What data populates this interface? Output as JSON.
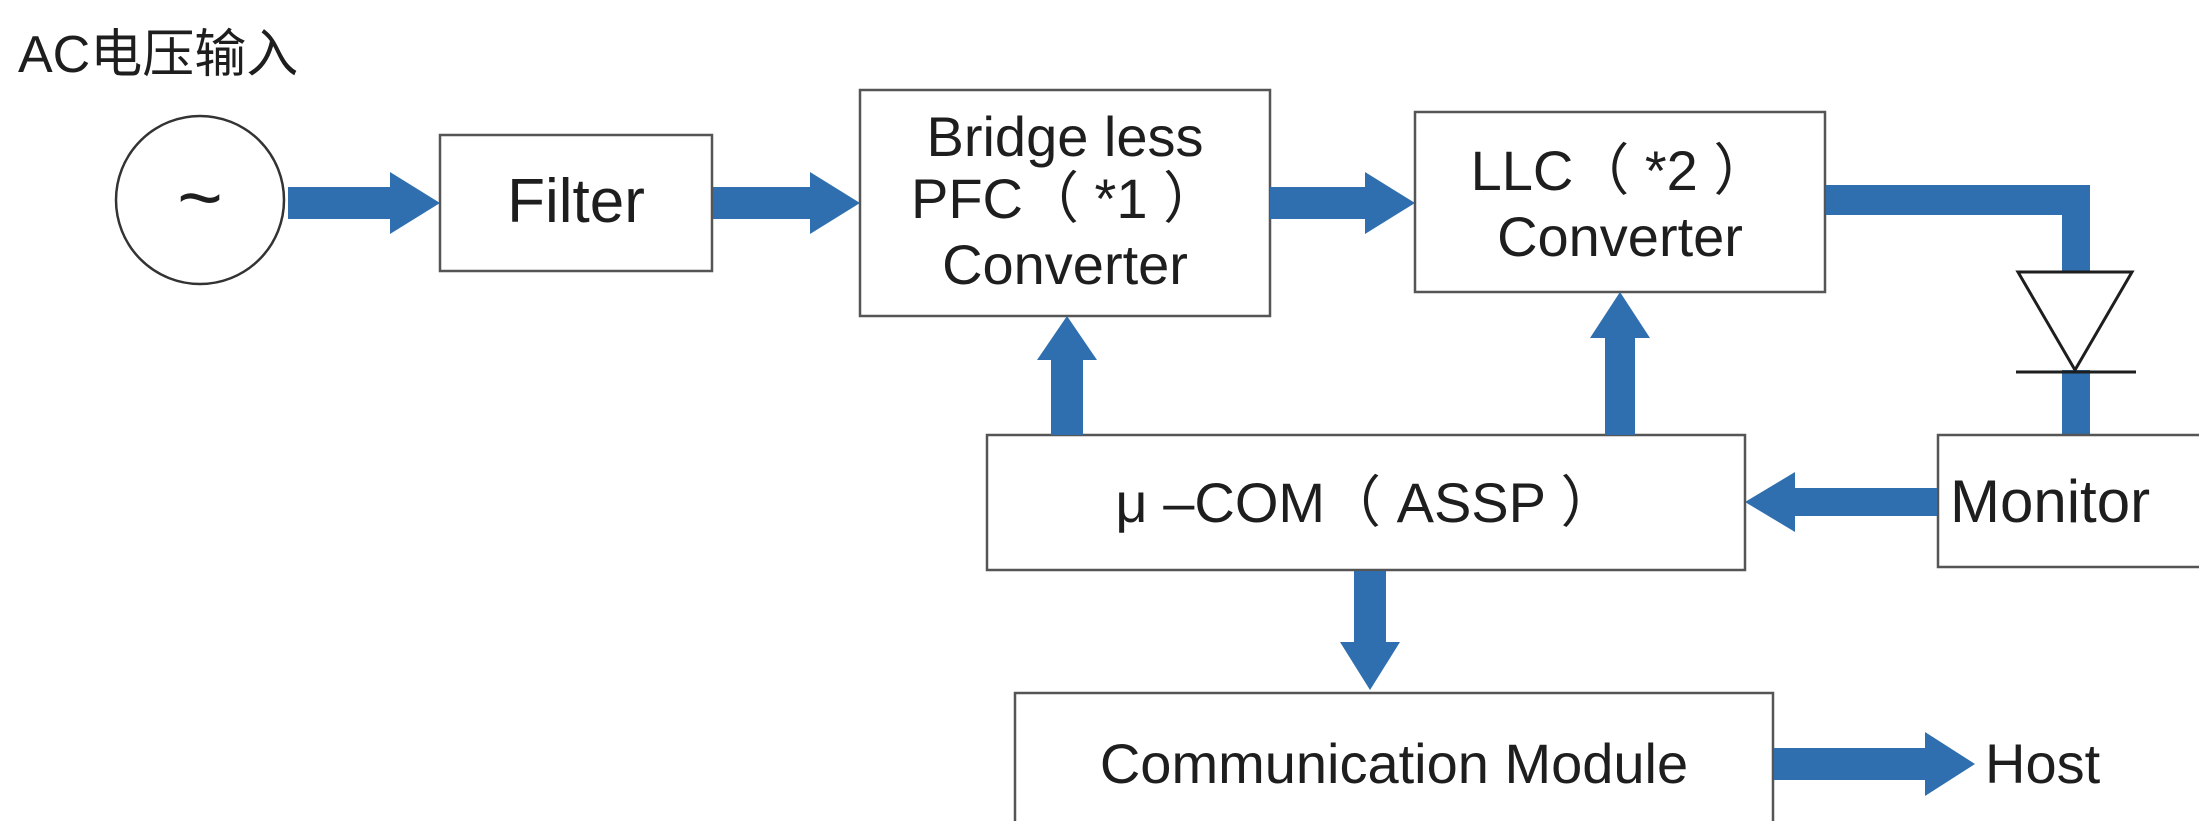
{
  "title": "AC电压输入",
  "source_symbol": "~",
  "blocks": {
    "filter": "Filter",
    "pfc": [
      "Bridge less",
      "PFC（ *1 ）",
      "Converter"
    ],
    "llc": [
      "LLC（ *2 ）",
      "Converter"
    ],
    "mcu": "μ –COM（ ASSP ）",
    "monitor": "Monitor",
    "comm": "Communication Module"
  },
  "host": "Host",
  "colors": {
    "arrow": "#2f6faf",
    "box_border": "#555555",
    "text": "#1e1e1e"
  }
}
